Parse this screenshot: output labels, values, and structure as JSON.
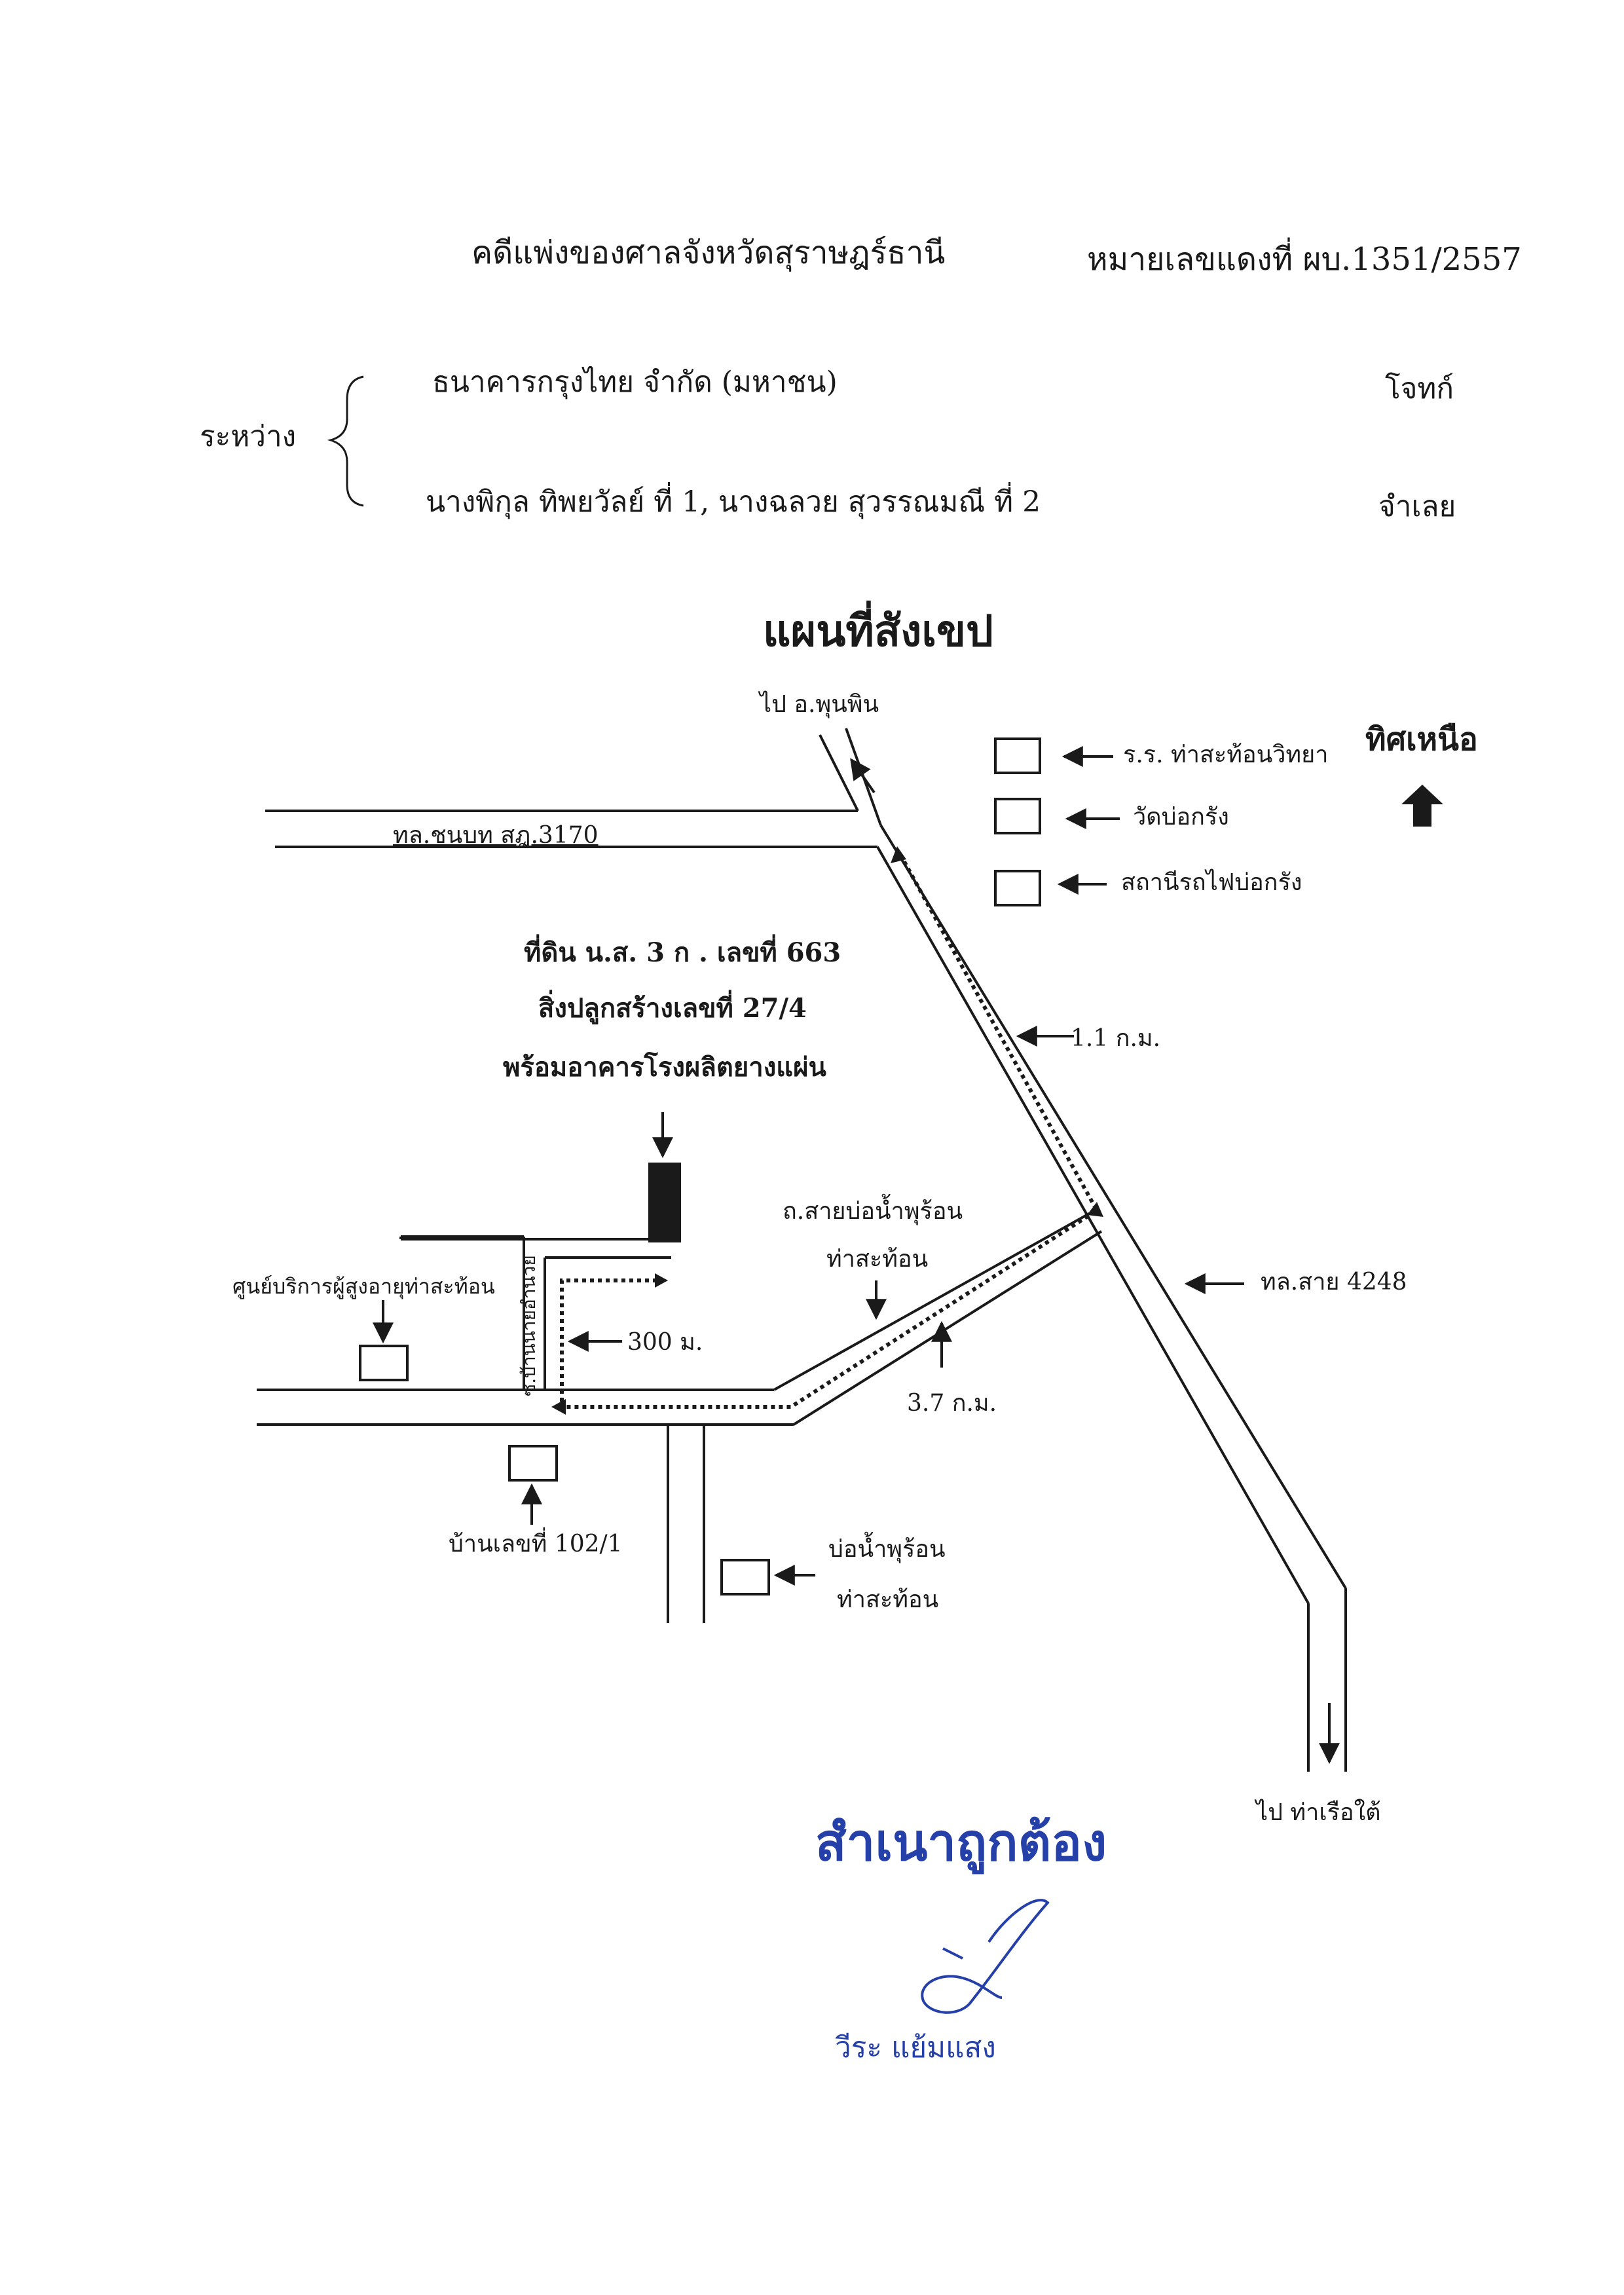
{
  "header": {
    "court": "คดีแพ่งของศาลจังหวัดสุราษฎร์ธานี",
    "case_number": "หมายเลขแดงที่ ผบ.1351/2557"
  },
  "parties": {
    "between_label": "ระหว่าง",
    "plaintiff": "ธนาคารกรุงไทย จำกัด (มหาชน)",
    "plaintiff_role": "โจทก์",
    "defendants": "นางพิกุล ทิพยวัลย์ ที่ 1, นางฉลวย สุวรรณมณี ที่ 2",
    "defendant_role": "จำเลย"
  },
  "map": {
    "title": "แผนที่สังเขป",
    "to_north": "ไป อ.พุนพิน",
    "to_south": "ไป ท่าเรือใต้",
    "north_label": "ทิศเหนือ",
    "legend": [
      "ร.ร. ท่าสะท้อนวิทยา",
      "วัดบ่อกรัง",
      "สถานีรถไฟบ่อกรัง"
    ],
    "road_rural": "ทล.ชนบท สฎ.3170",
    "road_highway": "ทล.สาย 4248",
    "dist_highway": "1.1 ก.ม.",
    "dist_branch": "3.7 ก.ม.",
    "dist_lane": "300 ม.",
    "hotspring_road_1": "ถ.สายบ่อน้ำพุร้อน",
    "hotspring_road_2": "ท่าสะท้อน",
    "lane_name": "ซ.บ้านนายอำนวย",
    "property_1": "ที่ดิน น.ส. 3 ก . เลขที่ 663",
    "property_2": "สิ่งปลูกสร้างเลขที่ 27/4",
    "property_3": "พร้อมอาคารโรงผลิตยางแผ่น",
    "elder_center": "ศูนย์บริการผู้สูงอายุท่าสะท้อน",
    "house": "บ้านเลขที่ 102/1",
    "hotspring_1": "บ่อน้ำพุร้อน",
    "hotspring_2": "ท่าสะท้อน"
  },
  "certification": {
    "stamp": "สำเนาถูกต้อง",
    "signer": "วีระ แย้มแสง"
  },
  "colors": {
    "ink": "#1a1a1a",
    "stamp_blue": "#2540a8"
  }
}
